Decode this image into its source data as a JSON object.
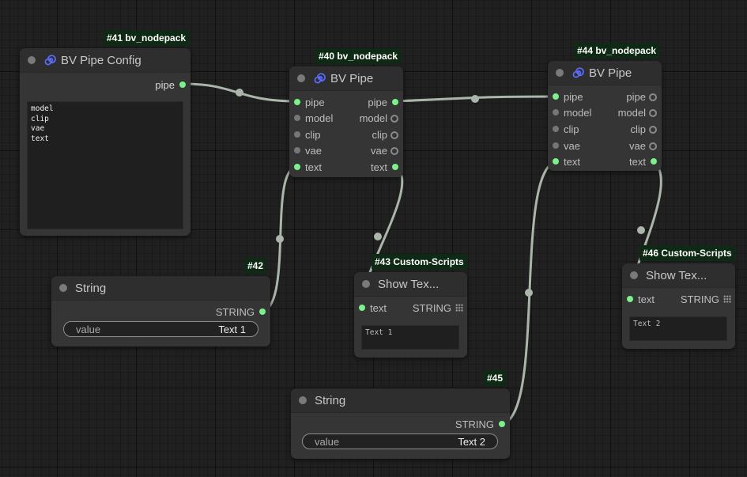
{
  "colors": {
    "canvas": "#202020",
    "node_body": "#353535",
    "node_header": "#2e2e2e",
    "badge": "#0f2a14",
    "link": "#a9b6a9",
    "slot_connected": "#7cf08a",
    "slot_unconnected": "#767676",
    "icon_accent": "#5b6cff"
  },
  "nodes": {
    "n41": {
      "badge": "#41 bv_nodepack",
      "title": "BV Pipe Config",
      "icon": "spiral-icon",
      "output": "pipe",
      "config_text": "model\nclip\nvae\ntext"
    },
    "n40": {
      "badge": "#40 bv_nodepack",
      "title": "BV Pipe",
      "icon": "spiral-icon",
      "inputs": [
        "pipe",
        "model",
        "clip",
        "vae",
        "text"
      ],
      "outputs": [
        "pipe",
        "model",
        "clip",
        "vae",
        "text"
      ]
    },
    "n44": {
      "badge": "#44 bv_nodepack",
      "title": "BV Pipe",
      "icon": "spiral-icon",
      "inputs": [
        "pipe",
        "model",
        "clip",
        "vae",
        "text"
      ],
      "outputs": [
        "pipe",
        "model",
        "clip",
        "vae",
        "text"
      ]
    },
    "n42": {
      "badge": "#42",
      "title": "String",
      "output": "STRING",
      "widget_label": "value",
      "widget_value": "Text 1"
    },
    "n43": {
      "badge": "#43 Custom-Scripts",
      "title": "Show Tex...",
      "input": "text",
      "output": "STRING",
      "display_text": "Text 1"
    },
    "n45": {
      "badge": "#45",
      "title": "String",
      "output": "STRING",
      "widget_label": "value",
      "widget_value": "Text 2"
    },
    "n46": {
      "badge": "#46 Custom-Scripts",
      "title": "Show Tex...",
      "input": "text",
      "output": "STRING",
      "display_text": "Text 2"
    }
  }
}
